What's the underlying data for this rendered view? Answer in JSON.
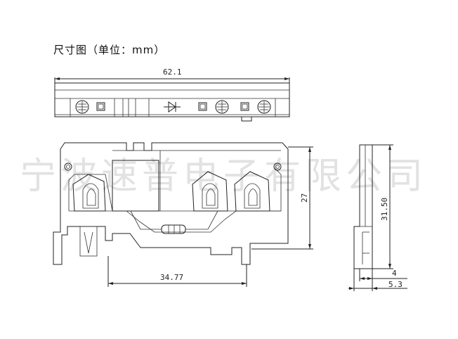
{
  "title": "尺寸图（单位：mm）",
  "watermark": "宁波速普电子有限公司",
  "dimensions": {
    "top_width": "62.1",
    "front_height": "27",
    "pitch": "34.77",
    "side_height": "31.50",
    "side_small": "4",
    "side_total": "5.3"
  },
  "colors": {
    "line": "#222222",
    "watermark": "#b4b4b4"
  }
}
